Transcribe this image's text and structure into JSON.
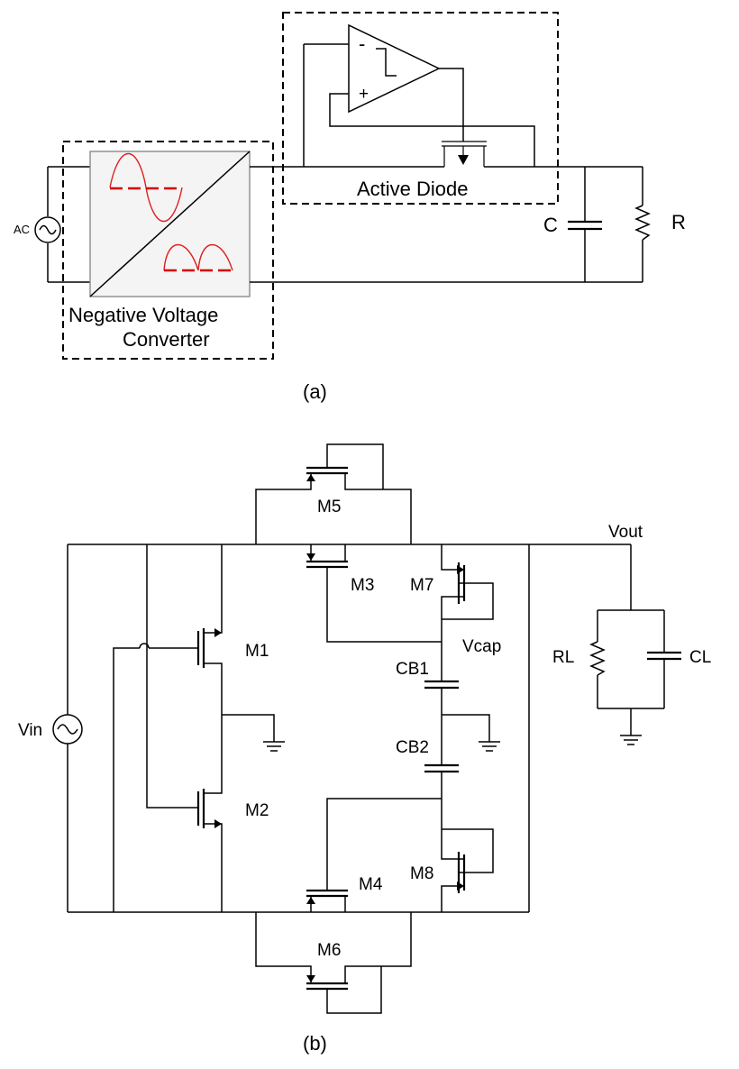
{
  "part_a": {
    "caption": "(a)",
    "source_label": "AC",
    "converter": {
      "line1": "Negative Voltage",
      "line2": "Converter"
    },
    "active_diode": {
      "label": "Active Diode",
      "opamp_minus": "-",
      "opamp_plus": "+"
    },
    "capacitor_label": "C",
    "resistor_label": "R"
  },
  "part_b": {
    "caption": "(b)",
    "source_label": "Vin",
    "transistors": [
      "M1",
      "M2",
      "M3",
      "M4",
      "M5",
      "M6",
      "M7",
      "M8"
    ],
    "capacitors": [
      "CB1",
      "CB2"
    ],
    "node_vcap": "Vcap",
    "node_vout": "Vout",
    "load_resistor": "RL",
    "load_capacitor": "CL"
  },
  "colors": {
    "wire": "#000000",
    "waveform": "#e02020",
    "block_fill": "#f4f4f4"
  }
}
